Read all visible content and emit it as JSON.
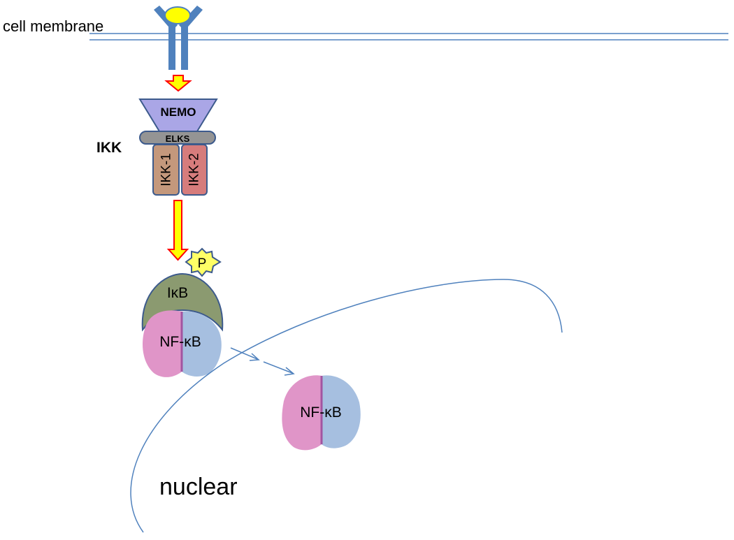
{
  "labels": {
    "membrane": "cell membrane",
    "ikk": "IKK",
    "nemo": "NEMO",
    "elks": "ELKS",
    "ikk1": "IKK-1",
    "ikk2": "IKK-2",
    "phospho": "P",
    "ikb": "IκB",
    "nfkb_cytoplasm": "NF-κB",
    "nfkb_nucleus": "NF-κB",
    "nucleus": "nuclear"
  },
  "colors": {
    "membrane_line": "#4f81bd",
    "receptor": "#4f81bd",
    "ligand": "#ffff00",
    "signal_arrow_fill": "#ffff00",
    "signal_arrow_stroke": "#ff0000",
    "nemo": "#aaa6e6",
    "elks": "#949494",
    "ikk1": "#c4987c",
    "ikk2": "#d67c7c",
    "ikb": "#8b9a70",
    "nfkb_left": "#e095c8",
    "nfkb_right": "#a6bfe0",
    "phospho": "#ffff66"
  }
}
